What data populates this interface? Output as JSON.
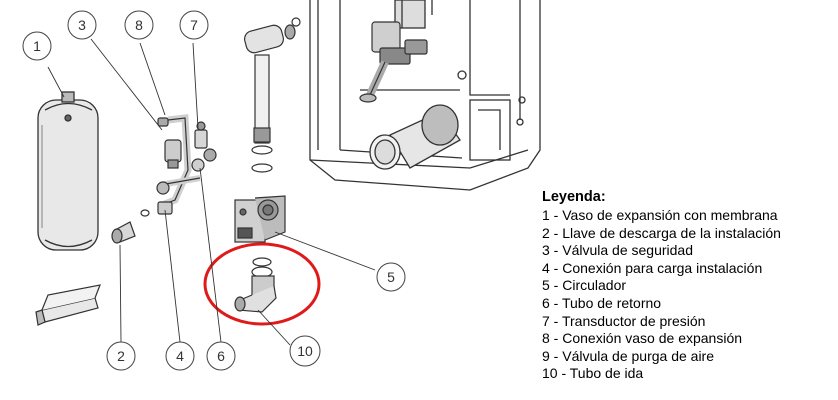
{
  "callouts": [
    "1",
    "2",
    "3",
    "4",
    "5",
    "6",
    "7",
    "8",
    "10"
  ],
  "legend": {
    "title": "Leyenda:",
    "items": [
      "1 - Vaso de expansión con membrana",
      "2 - Llave de descarga de la instalación",
      "3 - Válvula de seguridad",
      "4 - Conexión para carga instalación",
      "5 - Circulador",
      "6 - Tubo de retorno",
      "7 - Transductor de presión",
      "8 - Conexión vaso de expansión",
      "9 - Válvula de purga de aire",
      "10 - Tubo de ida"
    ]
  },
  "colors": {
    "line": "#333333",
    "highlight": "#e01a1a",
    "text": "#000000"
  }
}
